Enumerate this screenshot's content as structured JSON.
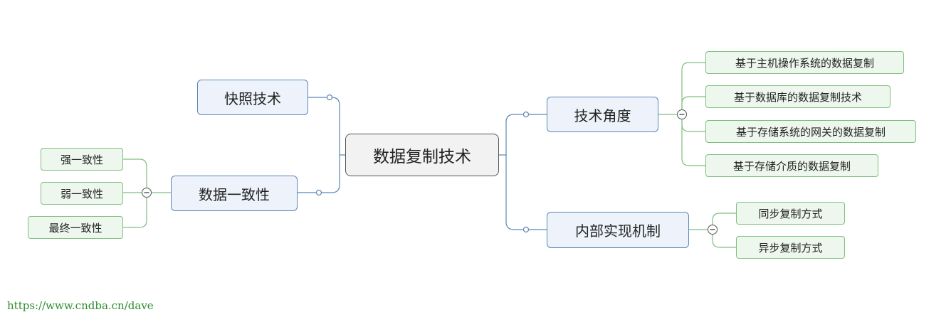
{
  "central": "数据复制技术",
  "branches": {
    "snapshot": "快照技术",
    "consistency": {
      "label": "数据一致性",
      "children": [
        "强一致性",
        "弱一致性",
        "最终一致性"
      ]
    },
    "tech": {
      "label": "技术角度",
      "children": [
        "基于主机操作系统的数据复制",
        "基于数据库的数据复制技术",
        "基于存储系统的网关的数据复制",
        "基于存储介质的数据复制"
      ]
    },
    "internal": {
      "label": "内部实现机制",
      "children": [
        "同步复制方式",
        "异步复制方式"
      ]
    }
  },
  "watermark": "https://www.cndba.cn/dave",
  "colors": {
    "main_line": "#5b86b8",
    "sub_line": "#7fbf7f"
  }
}
